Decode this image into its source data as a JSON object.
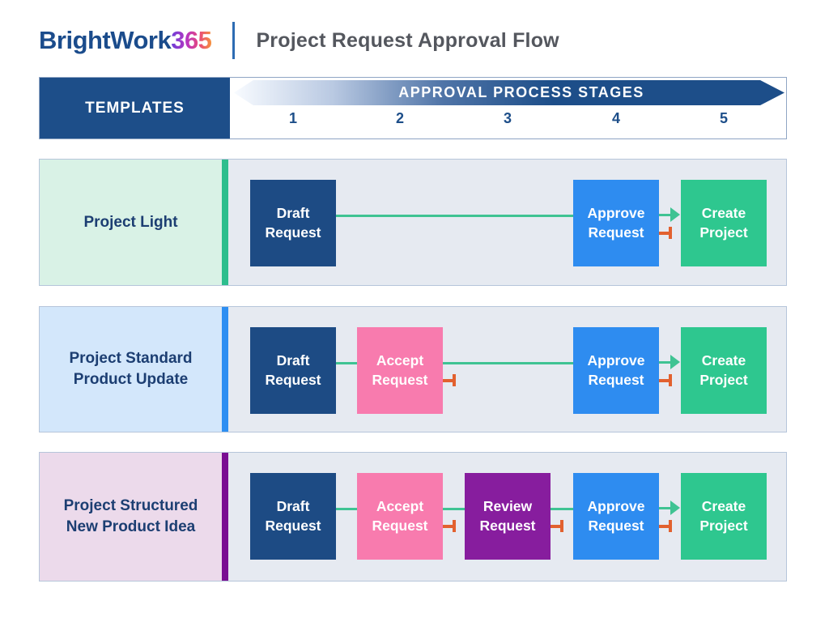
{
  "brand": {
    "logo_text": "BrightWork",
    "logo_suffix": "365",
    "title": "Project Request Approval Flow"
  },
  "process_header": {
    "templates_label": "TEMPLATES",
    "stages_label": "APPROVAL PROCESS STAGES",
    "stage_numbers": [
      "1",
      "2",
      "3",
      "4",
      "5"
    ]
  },
  "rows": [
    {
      "label": "Project Light",
      "label_lines": [
        "Project Light",
        ""
      ],
      "theme": "green",
      "stages": [
        {
          "col": 1,
          "color": "navy",
          "line1": "Draft",
          "line2": "Request"
        },
        {
          "col": 4,
          "color": "blue",
          "line1": "Approve",
          "line2": "Request"
        },
        {
          "col": 5,
          "color": "green",
          "line1": "Create",
          "line2": "Project"
        }
      ]
    },
    {
      "label": "Project Standard Product Update",
      "label_lines": [
        "Project Standard",
        "Product Update"
      ],
      "theme": "blue",
      "stages": [
        {
          "col": 1,
          "color": "navy",
          "line1": "Draft",
          "line2": "Request"
        },
        {
          "col": 2,
          "color": "pink",
          "line1": "Accept",
          "line2": "Request"
        },
        {
          "col": 4,
          "color": "blue",
          "line1": "Approve",
          "line2": "Request"
        },
        {
          "col": 5,
          "color": "green",
          "line1": "Create",
          "line2": "Project"
        }
      ]
    },
    {
      "label": "Project Structured New Product Idea",
      "label_lines": [
        "Project Structured",
        "New Product Idea"
      ],
      "theme": "purple",
      "stages": [
        {
          "col": 1,
          "color": "navy",
          "line1": "Draft",
          "line2": "Request"
        },
        {
          "col": 2,
          "color": "pink",
          "line1": "Accept",
          "line2": "Request"
        },
        {
          "col": 3,
          "color": "purple",
          "line1": "Review",
          "line2": "Request"
        },
        {
          "col": 4,
          "color": "blue",
          "line1": "Approve",
          "line2": "Request"
        },
        {
          "col": 5,
          "color": "green",
          "line1": "Create",
          "line2": "Project"
        }
      ]
    }
  ],
  "palette": {
    "logo_blue": "#1b4c8c",
    "divider_blue": "#2d6cb3",
    "title_text": "#54575e",
    "header_navy": "#1d4e89",
    "header_border": "#8fa5c4",
    "row_border": "#b6c5da",
    "row_main_bg": "#e6eaf1",
    "label_text": "#1c3e72",
    "row1_label_bg": "#d9f2e6",
    "row1_accent": "#2dbe8d",
    "row2_label_bg": "#d3e7fb",
    "row2_accent": "#2e8ff2",
    "row3_label_bg": "#ecdaeb",
    "row3_accent": "#7a0e92",
    "navy_box": "#1d4b84",
    "pink_box": "#f87bae",
    "purple_box": "#871d9e",
    "blue_box": "#2e8cf0",
    "green_box": "#2ec78f",
    "connector_green": "#3fc393",
    "reject_orange": "#e2612f",
    "g365_a": "#6b3fd8",
    "g365_b": "#b835c0",
    "g365_c": "#e8497c",
    "g365_d": "#f5913c"
  }
}
